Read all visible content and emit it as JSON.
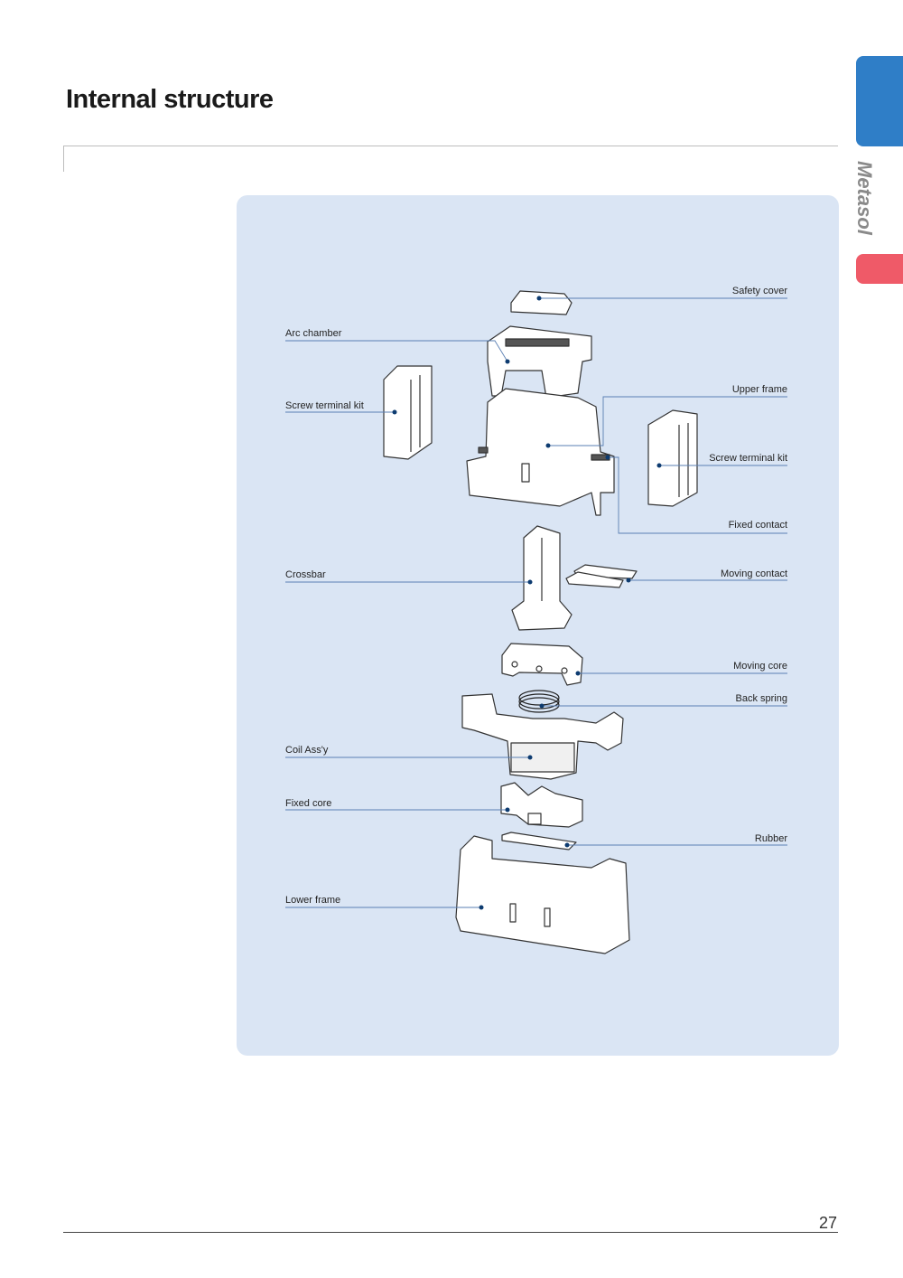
{
  "page": {
    "title": "Internal structure",
    "brand": "Metasol",
    "page_number": "27"
  },
  "colors": {
    "panel": "#dae5f4",
    "tab_blue": "#2f7ec7",
    "tab_red": "#ef5a68",
    "leader": "#4a6fa5",
    "dot": "#0d3b70"
  },
  "labels": {
    "safety_cover": "Safety cover",
    "arc_chamber": "Arc chamber",
    "upper_frame": "Upper frame",
    "screw_terminal_kit_left": "Screw terminal kit",
    "screw_terminal_kit_right": "Screw terminal kit",
    "fixed_contact": "Fixed contact",
    "crossbar": "Crossbar",
    "moving_contact": "Moving contact",
    "moving_core": "Moving core",
    "back_spring": "Back spring",
    "coil_assy": "Coil Ass'y",
    "fixed_core": "Fixed core",
    "rubber": "Rubber",
    "lower_frame": "Lower frame"
  }
}
